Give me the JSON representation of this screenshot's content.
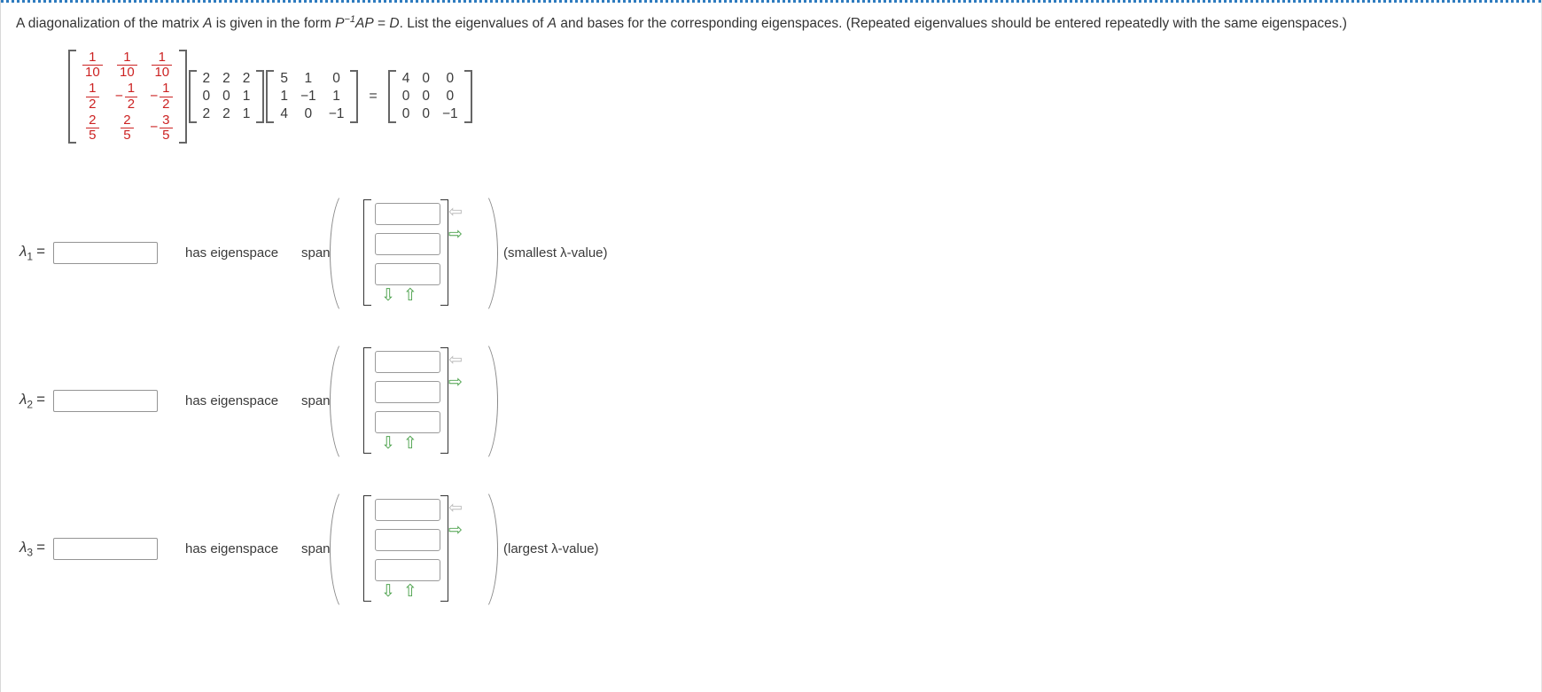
{
  "prompt": {
    "part1": "A diagonalization of the matrix ",
    "var_a": "A",
    "part2": " is given in the form ",
    "var_p": "P",
    "sup_inv": "−1",
    "var_ap": "AP",
    "eq": " = ",
    "var_d": "D",
    "part3": ". List the eigenvalues of ",
    "var_a2": "A",
    "part4": " and bases for the corresponding eigenspaces. (Repeated eigenvalues should be entered repeatedly with the same eigenspaces.)"
  },
  "equation": {
    "p_inverse": {
      "label": "P-inverse-matrix",
      "rows": [
        [
          {
            "num": "1",
            "den": "10",
            "sign": ""
          },
          {
            "num": "1",
            "den": "10",
            "sign": ""
          },
          {
            "num": "1",
            "den": "10",
            "sign": ""
          }
        ],
        [
          {
            "num": "1",
            "den": "2",
            "sign": ""
          },
          {
            "num": "1",
            "den": "2",
            "sign": "−"
          },
          {
            "num": "1",
            "den": "2",
            "sign": "−"
          }
        ],
        [
          {
            "num": "2",
            "den": "5",
            "sign": ""
          },
          {
            "num": "2",
            "den": "5",
            "sign": ""
          },
          {
            "num": "3",
            "den": "5",
            "sign": "−"
          }
        ]
      ]
    },
    "matrix_a": {
      "label": "A-matrix",
      "rows": [
        [
          "2",
          "2",
          "2"
        ],
        [
          "0",
          "0",
          "1"
        ],
        [
          "2",
          "2",
          "1"
        ]
      ]
    },
    "matrix_p": {
      "label": "P-matrix",
      "rows": [
        [
          "5",
          "1",
          "0"
        ],
        [
          "1",
          "−1",
          "1"
        ],
        [
          "4",
          "0",
          "−1"
        ]
      ],
      "red_columns": [
        0
      ]
    },
    "equals": "=",
    "matrix_d": {
      "label": "D-matrix",
      "rows": [
        [
          "4",
          "0",
          "0"
        ],
        [
          "0",
          "0",
          "0"
        ],
        [
          "0",
          "0",
          "−1"
        ]
      ],
      "red_cells": [
        "0,0"
      ]
    }
  },
  "rows": [
    {
      "lambda": "λ",
      "index": "1",
      "equals": "=",
      "value": "",
      "placeholder": "",
      "has_eigenspace": "has eigenspace",
      "span": "span",
      "vector_values": [
        "",
        "",
        ""
      ],
      "note": "(smallest λ-value)",
      "arrow_left": "⇦",
      "arrow_right": "⇨",
      "arrow_down": "⇩",
      "arrow_up": "⇧"
    },
    {
      "lambda": "λ",
      "index": "2",
      "equals": "=",
      "value": "",
      "placeholder": "",
      "has_eigenspace": "has eigenspace",
      "span": "span",
      "vector_values": [
        "",
        "",
        ""
      ],
      "note": "",
      "arrow_left": "⇦",
      "arrow_right": "⇨",
      "arrow_down": "⇩",
      "arrow_up": "⇧"
    },
    {
      "lambda": "λ",
      "index": "3",
      "equals": "=",
      "value": "",
      "placeholder": "",
      "has_eigenspace": "has eigenspace",
      "span": "span",
      "vector_values": [
        "",
        "",
        ""
      ],
      "note": "(largest λ-value)",
      "arrow_left": "⇦",
      "arrow_right": "⇨",
      "arrow_down": "⇩",
      "arrow_up": "⇧"
    }
  ],
  "colors": {
    "accent_red": "#cc2222",
    "arrow_green": "#4fa34f",
    "arrow_gray": "#bcbcbc",
    "rule_blue": "#2f7cbf"
  }
}
